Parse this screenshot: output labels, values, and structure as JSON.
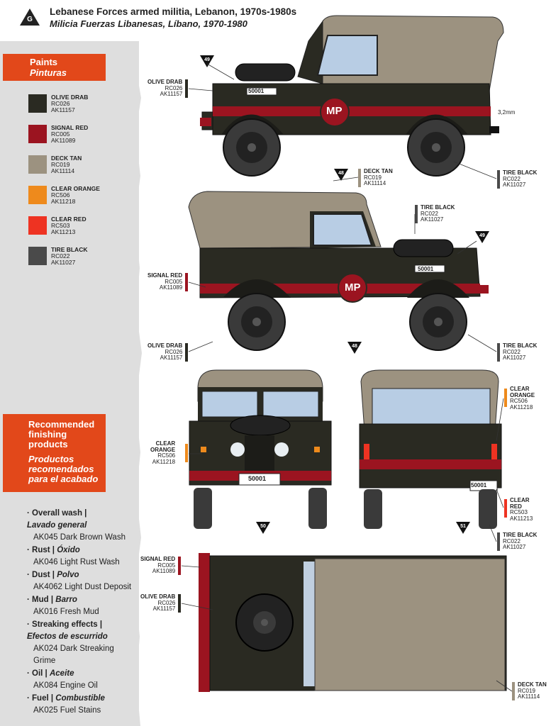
{
  "header": {
    "badge": "G",
    "title_en": "Lebanese Forces armed militia, Lebanon, 1970s-1980s",
    "title_es": "Milicia Fuerzas Libanesas, Líbano, 1970-1980"
  },
  "paints": {
    "heading_en": "Paints",
    "heading_es": "Pinturas",
    "items": [
      {
        "name": "OLIVE DRAB",
        "code1": "RC026",
        "code2": "AK11157",
        "color": "#2a2a22"
      },
      {
        "name": "SIGNAL RED",
        "code1": "RC005",
        "code2": "AK11089",
        "color": "#9b1420"
      },
      {
        "name": "DECK TAN",
        "code1": "RC019",
        "code2": "AK11114",
        "color": "#9c9280"
      },
      {
        "name": "CLEAR ORANGE",
        "code1": "RC506",
        "code2": "AK11218",
        "color": "#ee8a1c"
      },
      {
        "name": "CLEAR RED",
        "code1": "RC503",
        "code2": "AK11213",
        "color": "#ee3322"
      },
      {
        "name": "TIRE BLACK",
        "code1": "RC022",
        "code2": "AK11027",
        "color": "#4a4a4a"
      }
    ]
  },
  "finishing": {
    "heading_en": "Recommended finishing products",
    "heading_es": "Productos recomendados para el acabado",
    "items": [
      {
        "cat_en": "· Overall wash |",
        "cat_es": "Lavado general",
        "product": "AK045 Dark Brown Wash"
      },
      {
        "cat_en": "· Rust |",
        "cat_es": "Óxido",
        "product": "AK046 Light Rust Wash"
      },
      {
        "cat_en": "· Dust |",
        "cat_es": "Polvo",
        "product": "AK4062 Light Dust Deposit"
      },
      {
        "cat_en": "· Mud |",
        "cat_es": "Barro",
        "product": "AK016 Fresh Mud"
      },
      {
        "cat_en": "· Streaking effects |",
        "cat_es": "Efectos de escurrido",
        "product": "AK024 Dark Streaking Grime"
      },
      {
        "cat_en": "· Oil |",
        "cat_es": "Aceite",
        "product": "AK084 Engine Oil"
      },
      {
        "cat_en": "· Fuel |",
        "cat_es": "Combustible",
        "product": "AK025 Fuel Stains"
      }
    ]
  },
  "vehicle": {
    "plate": "50001",
    "mp_text": "MP",
    "dimension": "3,2mm"
  },
  "decals": {
    "d49": "49",
    "d48": "48",
    "d50": "50",
    "d51": "51"
  },
  "callouts": {
    "olive_drab": {
      "name": "OLIVE DRAB",
      "code1": "RC026",
      "code2": "AK11157"
    },
    "signal_red": {
      "name": "SIGNAL RED",
      "code1": "RC005",
      "code2": "AK11089"
    },
    "deck_tan": {
      "name": "DECK TAN",
      "code1": "RC019",
      "code2": "AK11114"
    },
    "tire_black": {
      "name": "TIRE BLACK",
      "code1": "RC022",
      "code2": "AK11027"
    },
    "clear_orange_l1": "CLEAR",
    "clear_orange_l2": "ORANGE",
    "clear_orange_c1": "RC506",
    "clear_orange_c2": "AK11218",
    "clear_red_l1": "CLEAR",
    "clear_red_l2": "RED",
    "clear_red_c1": "RC503",
    "clear_red_c2": "AK11213"
  },
  "colors": {
    "accent": "#e2481a",
    "olive": "#2a2a22",
    "red": "#9b1420",
    "tan": "#9c9280",
    "orange": "#ee8a1c",
    "clear_red": "#ee3322",
    "tire": "#4a4a4a"
  }
}
